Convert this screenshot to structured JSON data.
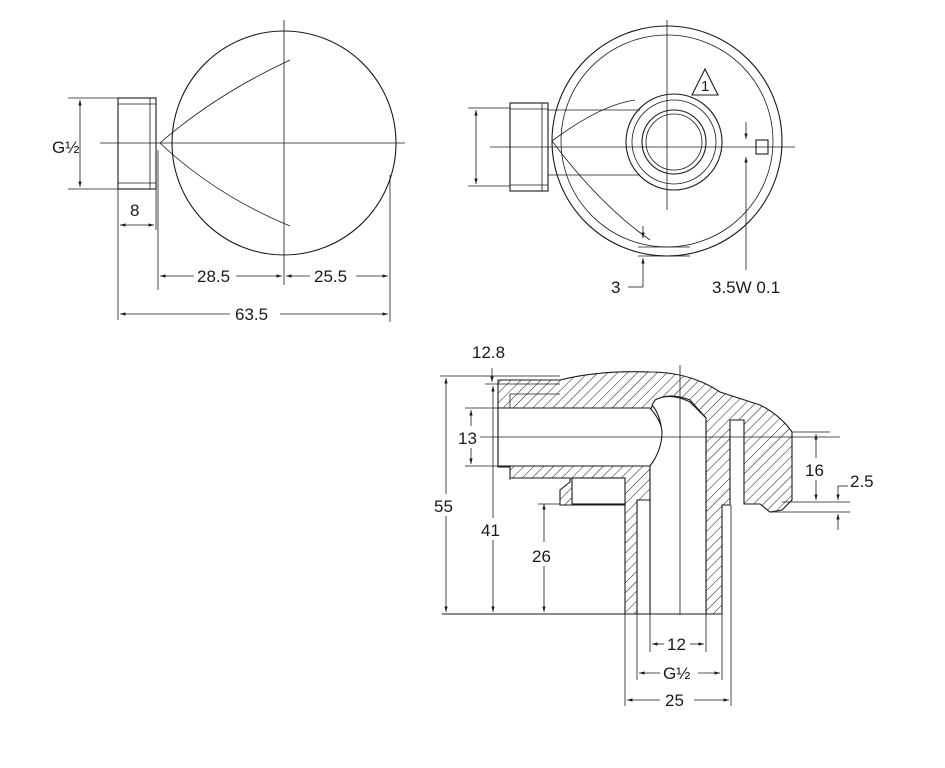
{
  "labels": {
    "top_left_thread": "G½",
    "top_left_len": "8",
    "top_left_a": "28.5",
    "top_left_b": "25.5",
    "top_left_total": "63.5",
    "top_right_warning": "1",
    "top_right_three": "3",
    "top_right_width": "3.5W 0.1",
    "section_top": "12.8",
    "section_thirteen": "13",
    "section_total": "55",
    "section_fortyone": "41",
    "section_twentysix": "26",
    "section_sixteen": "16",
    "section_twopointfive": "2.5",
    "section_twelve": "12",
    "section_thread": "G½",
    "section_width": "25"
  }
}
